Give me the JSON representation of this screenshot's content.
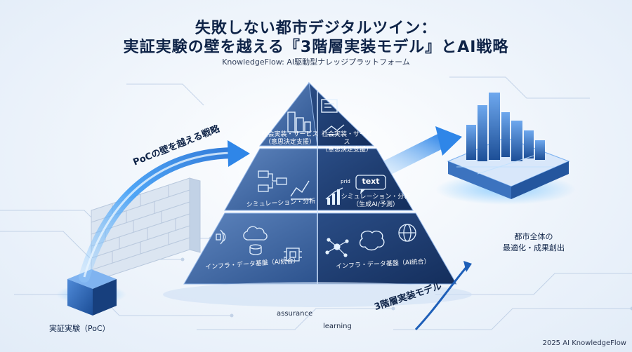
{
  "header": {
    "title_line1": "失敗しない都市デジタルツイン：",
    "title_line2": "実証実験の壁を越える『3階層実装モデル』とAI戦略",
    "subtitle": "KnowledgeFlow: AI駆動型ナレッジプラットフォーム"
  },
  "pyramid": {
    "top": {
      "left_label_1": "社会実装・サービス",
      "left_label_2": "（意思決定支援）",
      "right_label_1": "社会実装・サービス",
      "right_label_2": "（意思決定支援）"
    },
    "middle": {
      "left_label": "シミュレーション・分析",
      "right_label_1": "シミュレーション・分析",
      "right_label_2": "（生成AI/予測）",
      "text_bubble": "text",
      "small_note": "prid"
    },
    "bottom": {
      "left_label": "インフラ・データ基盤（AI統合）",
      "right_label": "インフラ・データ基盤（AI統合）"
    }
  },
  "labels": {
    "poc_arrow": "PoCの壁を越える戦略",
    "poc_block": "実証実験（PoC）",
    "city_line1": "都市全体の",
    "city_line2": "最適化・成果創出",
    "model": "3階層実装モデル",
    "assurance": "assurance",
    "learning": "learning"
  },
  "footer": "2025 AI KnowledgeFlow",
  "colors": {
    "title": "#0e2347",
    "pyramid_light": "#4f79b3",
    "pyramid_dark": "#1c3d73",
    "glow": "#5ab4ff"
  }
}
